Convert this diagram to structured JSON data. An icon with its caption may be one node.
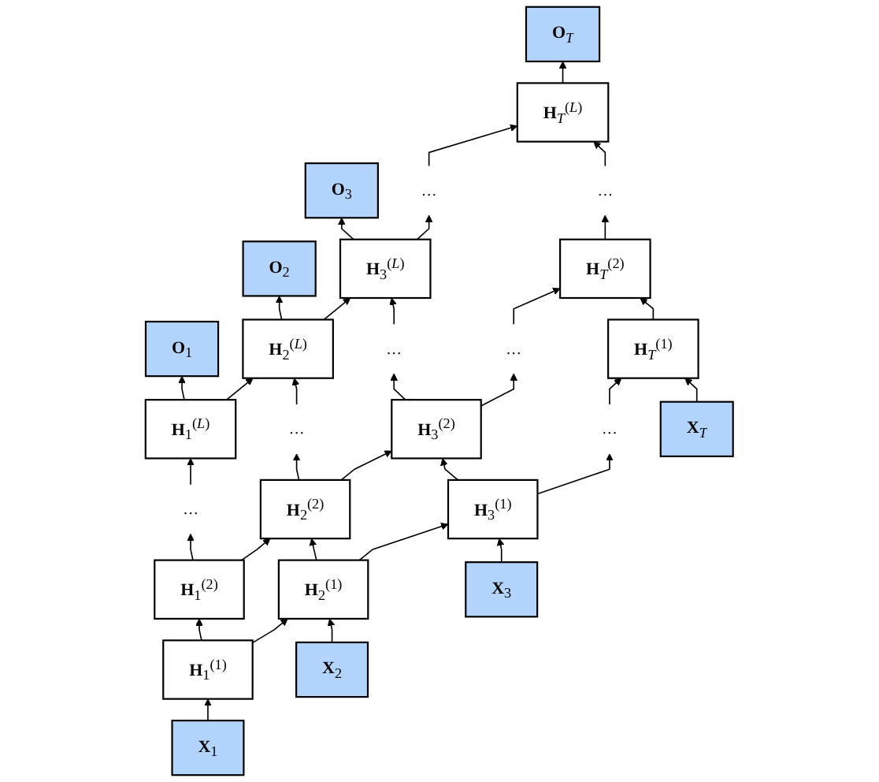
{
  "diagram": {
    "nodes": [
      {
        "text": [
          "**O**$_{1}$"
        ]
      },
      {
        "text": [
          "**O**$_{2}$"
        ]
      },
      {
        "text": [
          "**O**$_{3}$"
        ]
      },
      {
        "text": [
          "**O**$_{T}$"
        ]
      },
      {
        "text": [
          "**H**$_{1}$$^{(L)}$"
        ]
      },
      {
        "text": [
          "**H**$_{2}$$^{(L)}$"
        ]
      },
      {
        "text": [
          "**H**$_{3}$$^{(L)}$"
        ]
      },
      {
        "text": [
          "…"
        ]
      },
      {
        "text": [
          "**H**$_{T}$$^{(L)}$"
        ]
      },
      {
        "text": [
          "…"
        ]
      },
      {
        "text": [
          "…"
        ]
      },
      {
        "text": [
          "…"
        ]
      },
      {
        "text": [
          "…"
        ]
      },
      {
        "text": [
          "**H**$_{1}$$^{(2)}$"
        ]
      },
      {
        "text": [
          "**H**$_{2}$$^{(2)}$"
        ]
      },
      {
        "text": [
          "**H**$_{3}$$^{(2)}$"
        ]
      },
      {
        "text": [
          "…"
        ]
      },
      {
        "text": [
          "**H**$_{T}$$^{(2)}$"
        ]
      },
      {
        "text": [
          "**H**$_{1}$$^{(1)}$"
        ]
      },
      {
        "text": [
          "**H**$_{2}$$^{(1)}$"
        ]
      },
      {
        "text": [
          "**H**$_{3}$$^{(1)}$"
        ]
      },
      {
        "text": [
          "…"
        ]
      },
      {
        "text": [
          "**H**$_{T}$$^{(1)}$"
        ]
      },
      {
        "text": [
          "**X**$_{1}$"
        ]
      },
      {
        "text": [
          "**X**$_{2}$"
        ]
      },
      {
        "text": [
          "**X**$_{3}$"
        ]
      },
      {
        "text": [
          "**X**$_{T}$"
        ]
      }
    ],
    "edges": [
      {
        "from": 23,
        "to": 18,
        "arrow": "to"
      },
      {
        "from": 24,
        "to": 19,
        "arrow": "to"
      },
      {
        "from": 25,
        "to": 20,
        "arrow": "to"
      },
      {
        "from": 26,
        "to": 22,
        "arrow": "to"
      },
      {
        "from": 18,
        "to": 19,
        "arrow": "to"
      },
      {
        "from": 19,
        "to": 20,
        "arrow": "to"
      },
      {
        "from": 20,
        "to": 21,
        "arrow": "to"
      },
      {
        "from": 21,
        "to": 22,
        "arrow": "to"
      },
      {
        "from": 18,
        "to": 13,
        "arrow": "to"
      },
      {
        "from": 19,
        "to": 14,
        "arrow": "to"
      },
      {
        "from": 20,
        "to": 15,
        "arrow": "to"
      },
      {
        "from": 22,
        "to": 17,
        "arrow": "to"
      },
      {
        "from": 13,
        "to": 14,
        "arrow": "to"
      },
      {
        "from": 14,
        "to": 15,
        "arrow": "to"
      },
      {
        "from": 15,
        "to": 16,
        "arrow": "to"
      },
      {
        "from": 16,
        "to": 17,
        "arrow": "to"
      },
      {
        "from": 13,
        "to": 9,
        "arrow": "to"
      },
      {
        "from": 14,
        "to": 10,
        "arrow": "to"
      },
      {
        "from": 15,
        "to": 11,
        "arrow": "to"
      },
      {
        "from": 17,
        "to": 12,
        "arrow": "to"
      },
      {
        "from": 9,
        "to": 4,
        "arrow": "to"
      },
      {
        "from": 10,
        "to": 5,
        "arrow": "to"
      },
      {
        "from": 11,
        "to": 6,
        "arrow": "to"
      },
      {
        "from": 12,
        "to": 8,
        "arrow": "to"
      },
      {
        "from": 4,
        "to": 5,
        "arrow": "to"
      },
      {
        "from": 5,
        "to": 6,
        "arrow": "to"
      },
      {
        "from": 6,
        "to": 7,
        "arrow": "to"
      },
      {
        "from": 7,
        "to": 8,
        "arrow": "to"
      },
      {
        "from": 4,
        "to": 0,
        "arrow": "to"
      },
      {
        "from": 5,
        "to": 1,
        "arrow": "to"
      },
      {
        "from": 6,
        "to": 2,
        "arrow": "to"
      },
      {
        "from": 8,
        "to": 3,
        "arrow": "to"
      }
    ]
  }
}
